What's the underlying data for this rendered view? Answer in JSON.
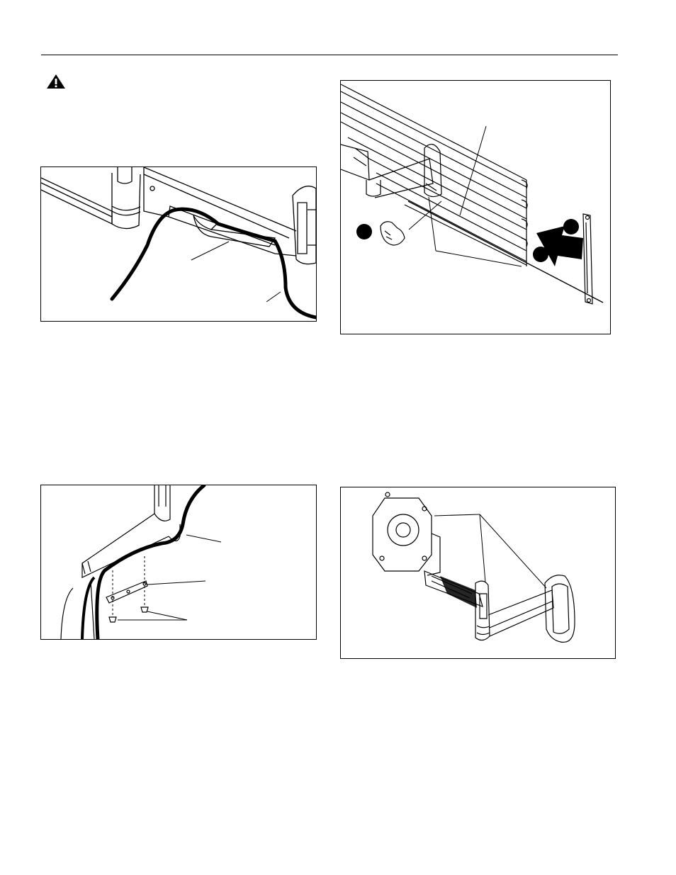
{
  "header": {},
  "warning": {
    "icon": "warning-triangle-icon"
  },
  "figures": [
    {
      "id": "cable-routing-under-arm",
      "callouts": 2
    },
    {
      "id": "rail-slider-install",
      "step_markers": 3
    },
    {
      "id": "cable-clip-bracket",
      "callouts": 3
    },
    {
      "id": "monitor-arm-assembly",
      "callouts": 2
    }
  ]
}
